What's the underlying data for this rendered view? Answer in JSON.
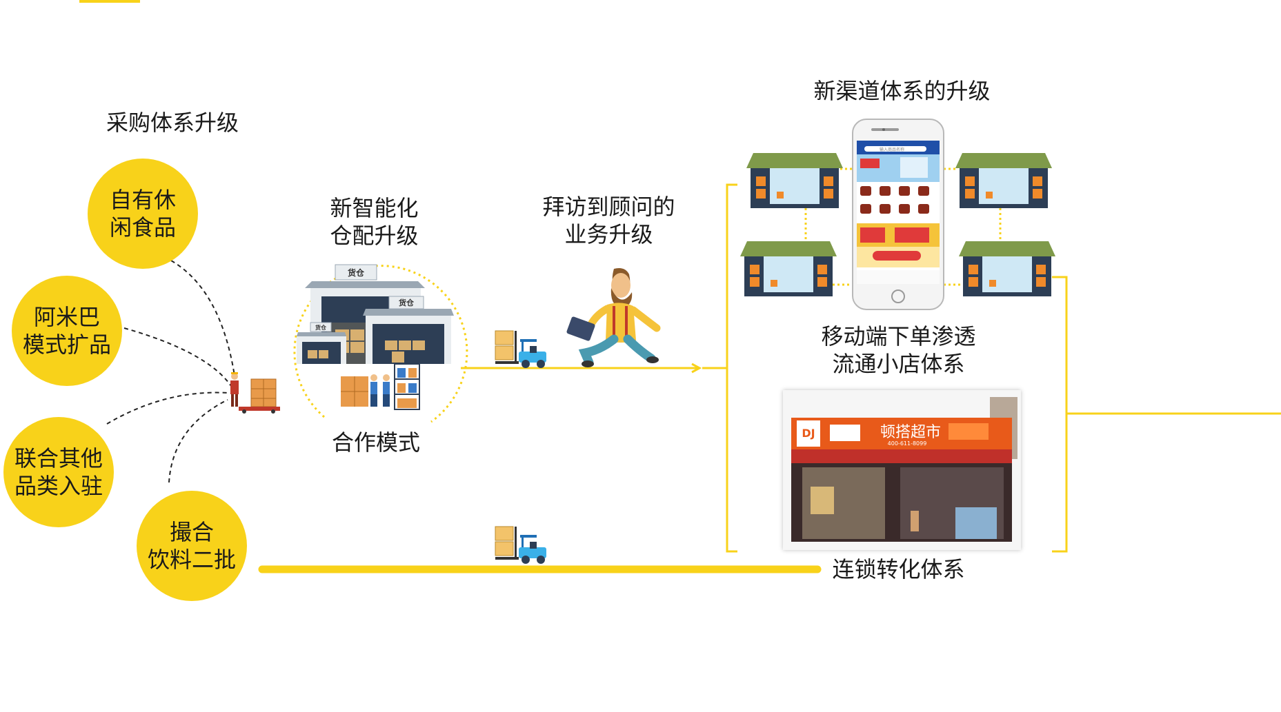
{
  "accent_color": "#f8d21a",
  "purchasing": {
    "title": "采购体系升级",
    "circles": [
      {
        "label": "自有休\n闲食品"
      },
      {
        "label": "阿米巴\n模式扩品"
      },
      {
        "label": "联合其他\n品类入驻"
      },
      {
        "label": "撮合\n饮料二批"
      }
    ]
  },
  "warehouse": {
    "title": "新智能化\n仓配升级",
    "caption": "合作模式",
    "sign1": "货仓",
    "sign2": "货仓",
    "sign3": "货仓"
  },
  "visit": {
    "title": "拜访到顾问的\n业务升级"
  },
  "channel": {
    "title": "新渠道体系的升级",
    "mobile_caption": "移动端下单渗透\n流通小店体系",
    "phone_search": "输入商品名称",
    "store_brand": "DJ",
    "store_name": "顿搭超市",
    "store_phone": "400-611-8099"
  },
  "chain": {
    "caption": "连锁转化体系"
  },
  "icons": [
    "worker-pallet-icon",
    "forklift-icon",
    "businessman-icon",
    "warehouse-icon",
    "phone-icon",
    "shop-icon"
  ]
}
